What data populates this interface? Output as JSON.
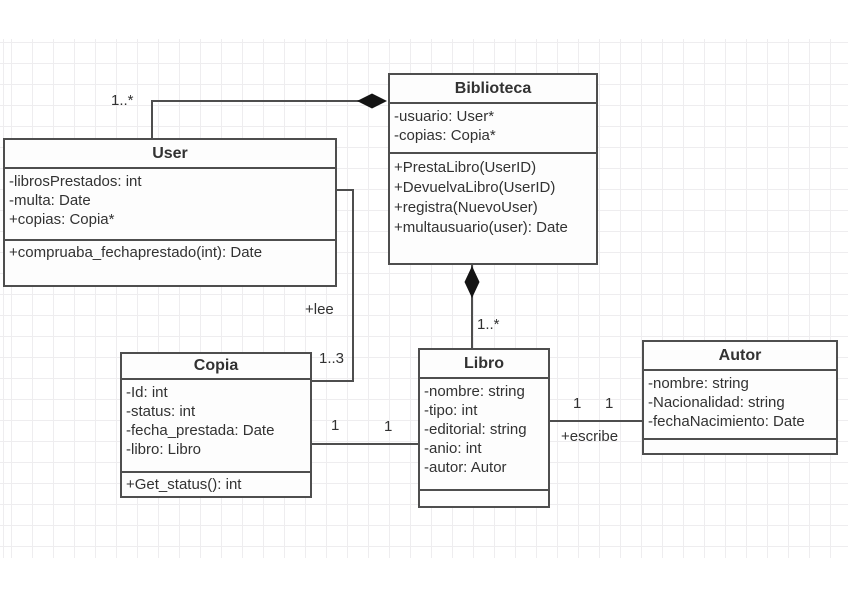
{
  "colors": {
    "canvas": "#ffffff",
    "grid_line": "#eeedef",
    "box_background": "#fdfdfd",
    "box_border": "#4e4e4e",
    "edge": "#4e4e4e",
    "diamond": "#141414",
    "text": "#323232"
  },
  "classes": {
    "user": {
      "title": "User",
      "attributes": [
        "-librosPrestados: int",
        "-multa: Date",
        "+copias: Copia*"
      ],
      "methods": [
        "+compruaba_fechaprestado(int): Date"
      ]
    },
    "biblioteca": {
      "title": "Biblioteca",
      "attributes": [
        "-usuario: User*",
        "-copias: Copia*"
      ],
      "methods": [
        "+PrestaLibro(UserID)",
        "+DevuelvaLibro(UserID)",
        "+registra(NuevoUser)",
        "+multausuario(user): Date"
      ]
    },
    "copia": {
      "title": "Copia",
      "attributes": [
        "-Id: int",
        "-status: int",
        "-fecha_prestada: Date",
        "-libro: Libro"
      ],
      "methods": [
        "+Get_status(): int"
      ]
    },
    "libro": {
      "title": "Libro",
      "attributes": [
        "-nombre: string",
        "-tipo: int",
        "-editorial: string",
        "-anio: int",
        "-autor: Autor"
      ],
      "methods": []
    },
    "autor": {
      "title": "Autor",
      "attributes": [
        "-nombre: string",
        "-Nacionalidad: string",
        "-fechaNacimiento: Date"
      ],
      "methods": []
    }
  },
  "relationships": {
    "user_biblioteca": {
      "type": "composition",
      "multiplicity": "1..*"
    },
    "biblioteca_libro": {
      "type": "composition",
      "multiplicity": "1..*"
    },
    "user_copia": {
      "name": "+lee",
      "multiplicity": "1..3"
    },
    "copia_libro": {
      "left_multiplicity": "1",
      "right_multiplicity": "1"
    },
    "libro_autor": {
      "left_multiplicity": "1",
      "right_multiplicity": "1",
      "name": "+escribe"
    }
  }
}
